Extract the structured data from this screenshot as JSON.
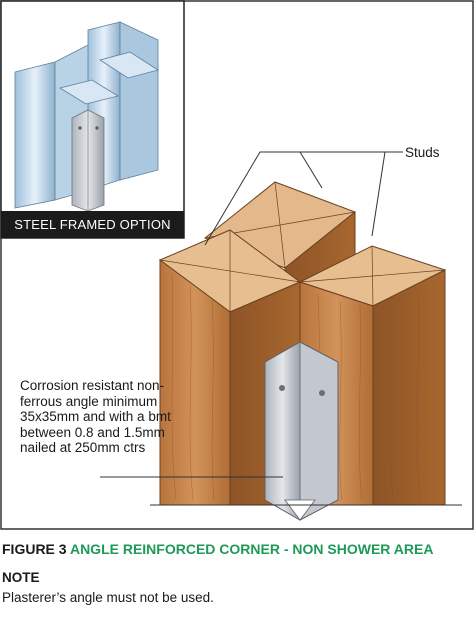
{
  "inset": {
    "caption": "STEEL FRAMED OPTION"
  },
  "labels": {
    "studs": "Studs",
    "angle_note": "Corrosion resistant non-ferrous angle minimum 35x35mm and with a bmt between 0.8 and 1.5mm nailed at 250mm ctrs"
  },
  "figure": {
    "number": "FIGURE 3",
    "title": "ANGLE REINFORCED CORNER - NON SHOWER AREA"
  },
  "note": {
    "heading": "NOTE",
    "text": "Plasterer’s angle must not be used."
  },
  "colors": {
    "title_green": "#1e9a57",
    "caption_bg": "#1b1b1b",
    "timber": "#c98a4e",
    "steel": "#c9ced4"
  }
}
